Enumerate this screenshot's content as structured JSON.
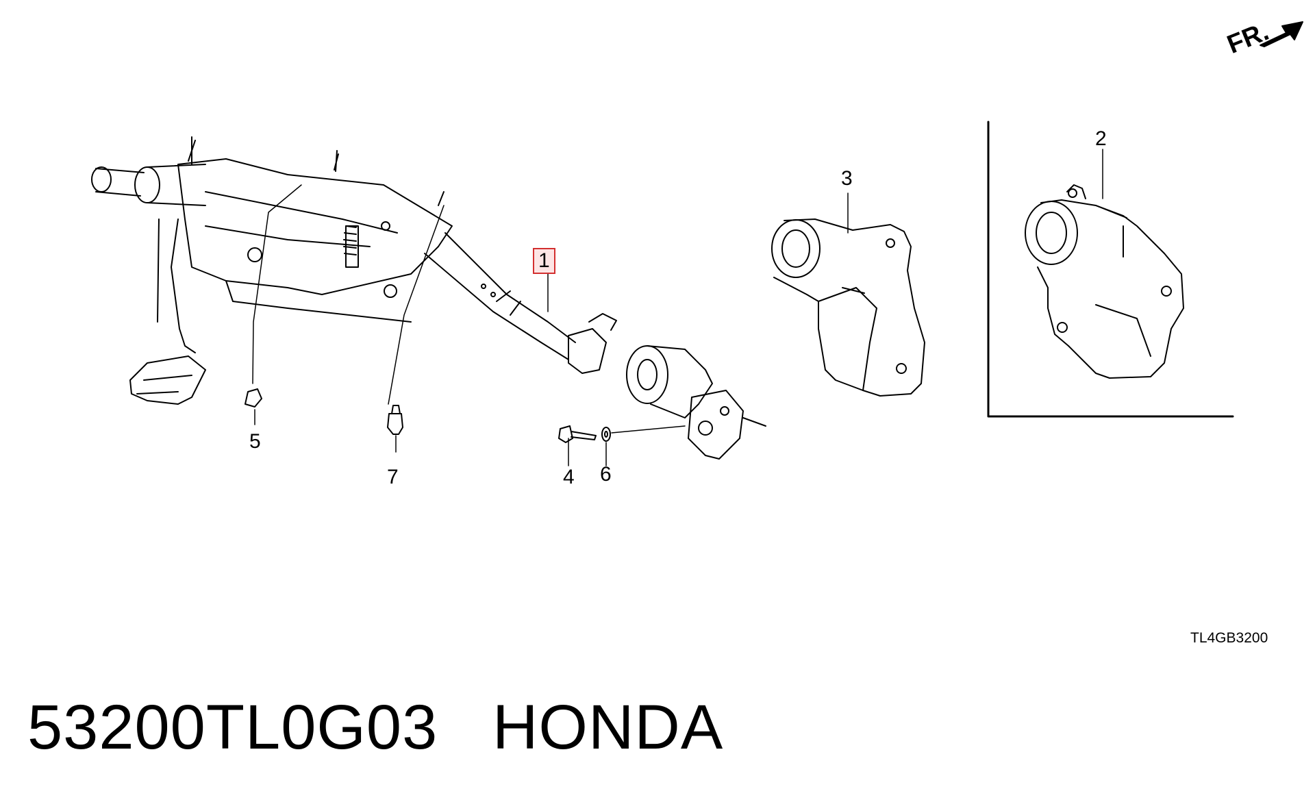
{
  "direction_label": "FR.",
  "callouts": {
    "p1": "1",
    "p2": "2",
    "p3": "3",
    "p4": "4",
    "p5": "5",
    "p6": "6",
    "p7": "7"
  },
  "highlighted_part": "1",
  "diagram_code": "TL4GB3200",
  "footer": {
    "part_number": "53200TL0G03",
    "brand": "HONDA"
  },
  "colors": {
    "line": "#000000",
    "highlight_border": "#d32f2f",
    "highlight_fill": "#fde5e5"
  }
}
